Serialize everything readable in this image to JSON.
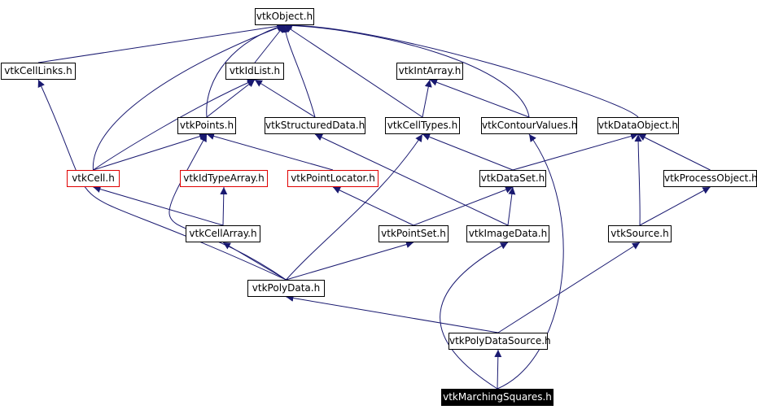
{
  "diagram": {
    "colors": {
      "edge": "#191970",
      "node_border": "#000000",
      "truncated_border": "#e00000",
      "current_fill": "#000000",
      "current_text": "#ffffff"
    },
    "nodes": [
      {
        "id": "vtkObject",
        "label": "vtkObject.h",
        "style": "normal"
      },
      {
        "id": "vtkCellLinks",
        "label": "vtkCellLinks.h",
        "style": "normal"
      },
      {
        "id": "vtkIdList",
        "label": "vtkIdList.h",
        "style": "normal"
      },
      {
        "id": "vtkIntArray",
        "label": "vtkIntArray.h",
        "style": "normal"
      },
      {
        "id": "vtkPoints",
        "label": "vtkPoints.h",
        "style": "normal"
      },
      {
        "id": "vtkStructuredData",
        "label": "vtkStructuredData.h",
        "style": "normal"
      },
      {
        "id": "vtkCellTypes",
        "label": "vtkCellTypes.h",
        "style": "normal"
      },
      {
        "id": "vtkContourValues",
        "label": "vtkContourValues.h",
        "style": "normal"
      },
      {
        "id": "vtkDataObject",
        "label": "vtkDataObject.h",
        "style": "normal"
      },
      {
        "id": "vtkCell",
        "label": "vtkCell.h",
        "style": "truncated"
      },
      {
        "id": "vtkIdTypeArray",
        "label": "vtkIdTypeArray.h",
        "style": "truncated"
      },
      {
        "id": "vtkPointLocator",
        "label": "vtkPointLocator.h",
        "style": "truncated"
      },
      {
        "id": "vtkDataSet",
        "label": "vtkDataSet.h",
        "style": "normal"
      },
      {
        "id": "vtkProcessObject",
        "label": "vtkProcessObject.h",
        "style": "normal"
      },
      {
        "id": "vtkCellArray",
        "label": "vtkCellArray.h",
        "style": "normal"
      },
      {
        "id": "vtkPointSet",
        "label": "vtkPointSet.h",
        "style": "normal"
      },
      {
        "id": "vtkImageData",
        "label": "vtkImageData.h",
        "style": "normal"
      },
      {
        "id": "vtkSource",
        "label": "vtkSource.h",
        "style": "normal"
      },
      {
        "id": "vtkPolyData",
        "label": "vtkPolyData.h",
        "style": "normal"
      },
      {
        "id": "vtkPolyDataSource",
        "label": "vtkPolyDataSource.h",
        "style": "normal"
      },
      {
        "id": "vtkMarchingSquares",
        "label": "vtkMarchingSquares.h",
        "style": "current"
      }
    ],
    "edges": [
      {
        "from": "vtkCellLinks",
        "to": "vtkObject"
      },
      {
        "from": "vtkIdList",
        "to": "vtkObject"
      },
      {
        "from": "vtkPoints",
        "to": "vtkObject"
      },
      {
        "from": "vtkStructuredData",
        "to": "vtkObject"
      },
      {
        "from": "vtkCellTypes",
        "to": "vtkObject"
      },
      {
        "from": "vtkContourValues",
        "to": "vtkObject"
      },
      {
        "from": "vtkDataObject",
        "to": "vtkObject"
      },
      {
        "from": "vtkCell",
        "to": "vtkObject"
      },
      {
        "from": "vtkPoints",
        "to": "vtkIdList"
      },
      {
        "from": "vtkStructuredData",
        "to": "vtkIdList"
      },
      {
        "from": "vtkCell",
        "to": "vtkIdList"
      },
      {
        "from": "vtkCell",
        "to": "vtkPoints"
      },
      {
        "from": "vtkCellTypes",
        "to": "vtkIntArray"
      },
      {
        "from": "vtkContourValues",
        "to": "vtkIntArray"
      },
      {
        "from": "vtkPointLocator",
        "to": "vtkPoints"
      },
      {
        "from": "vtkDataSet",
        "to": "vtkCellTypes"
      },
      {
        "from": "vtkDataSet",
        "to": "vtkDataObject"
      },
      {
        "from": "vtkProcessObject",
        "to": "vtkDataObject"
      },
      {
        "from": "vtkSource",
        "to": "vtkDataObject"
      },
      {
        "from": "vtkCellArray",
        "to": "vtkCell"
      },
      {
        "from": "vtkCellArray",
        "to": "vtkIdTypeArray"
      },
      {
        "from": "vtkPointSet",
        "to": "vtkPointLocator"
      },
      {
        "from": "vtkPointSet",
        "to": "vtkDataSet"
      },
      {
        "from": "vtkImageData",
        "to": "vtkDataSet"
      },
      {
        "from": "vtkImageData",
        "to": "vtkStructuredData"
      },
      {
        "from": "vtkSource",
        "to": "vtkProcessObject"
      },
      {
        "from": "vtkPolyData",
        "to": "vtkCellArray"
      },
      {
        "from": "vtkPolyData",
        "to": "vtkPointSet"
      },
      {
        "from": "vtkPolyData",
        "to": "vtkCellTypes"
      },
      {
        "from": "vtkPolyData",
        "to": "vtkPoints"
      },
      {
        "from": "vtkPolyData",
        "to": "vtkCellLinks"
      },
      {
        "from": "vtkPolyDataSource",
        "to": "vtkPolyData"
      },
      {
        "from": "vtkPolyDataSource",
        "to": "vtkSource"
      },
      {
        "from": "vtkMarchingSquares",
        "to": "vtkPolyDataSource"
      },
      {
        "from": "vtkMarchingSquares",
        "to": "vtkImageData"
      },
      {
        "from": "vtkMarchingSquares",
        "to": "vtkContourValues"
      }
    ]
  }
}
